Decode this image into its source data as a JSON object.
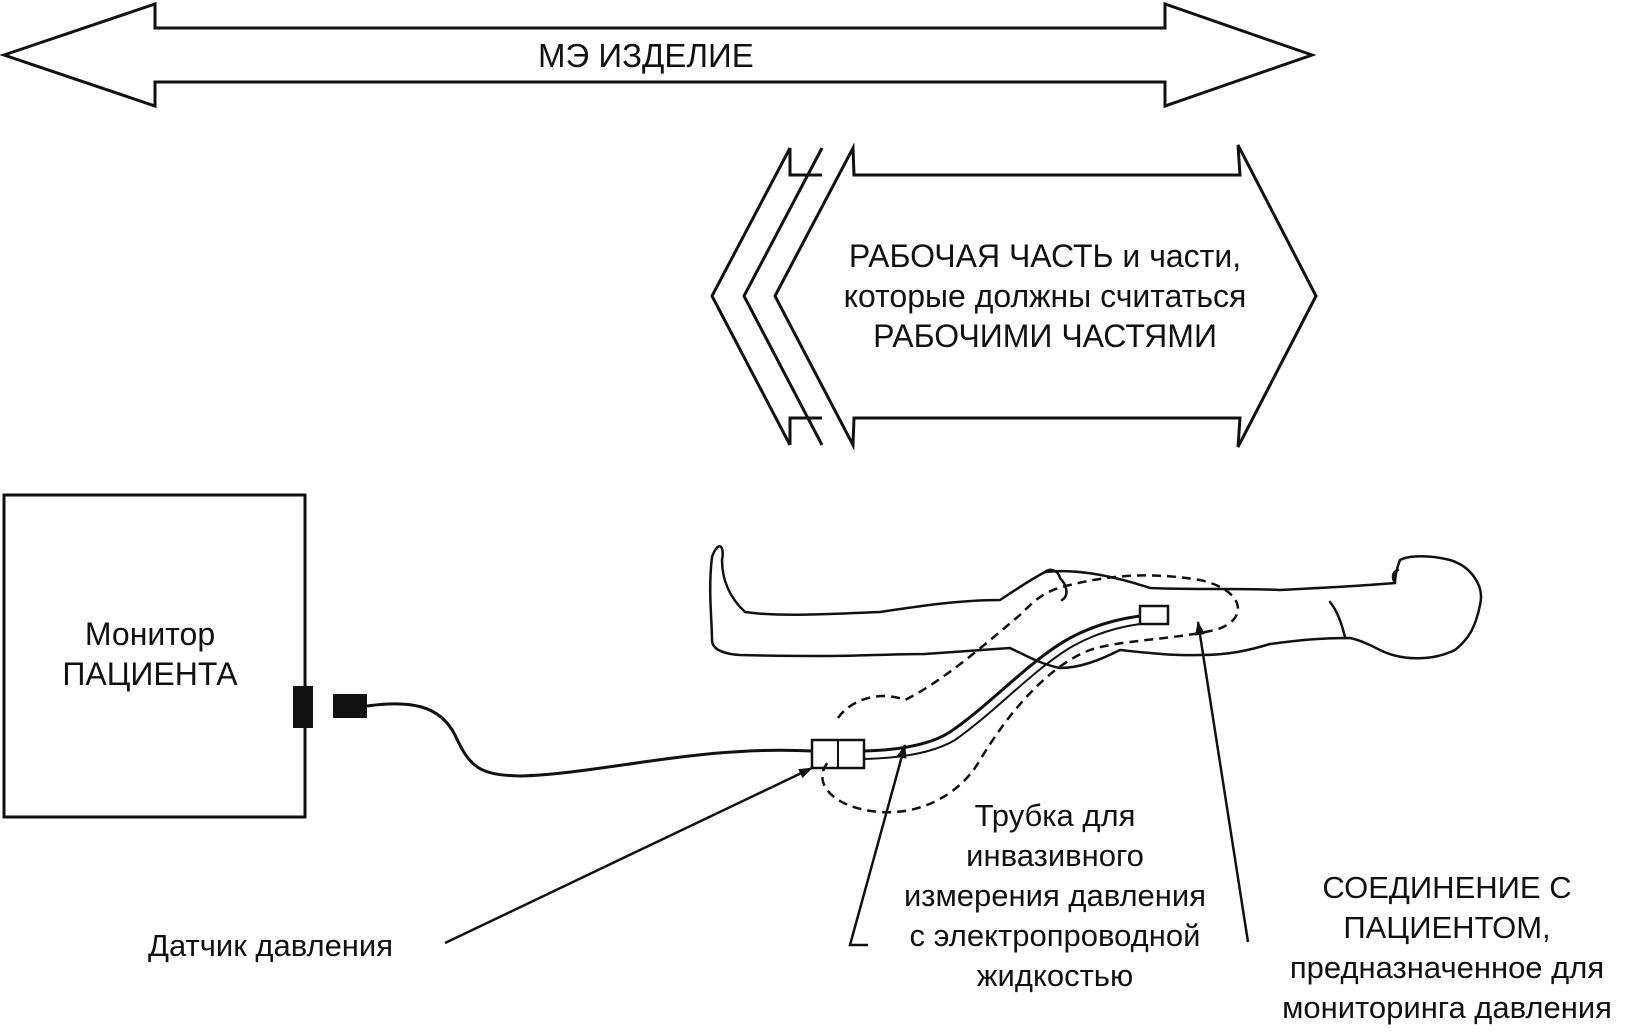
{
  "diagram": {
    "me_device_label": "МЭ ИЗДЕЛИЕ",
    "applied_part_lines": [
      "РАБОЧАЯ ЧАСТЬ и части,",
      "которые должны считаться",
      "РАБОЧИМИ ЧАСТЯМИ"
    ],
    "monitor_lines": [
      "Монитор",
      "ПАЦИЕНТА"
    ],
    "sensor_label": "Датчик давления",
    "tube_lines": [
      "Трубка для",
      "инвазивного",
      "измерения давления",
      "с электропроводной",
      "жидкостью"
    ],
    "patient_connection_lines": [
      "СОЕДИНЕНИЕ С",
      "ПАЦИЕНТОМ,",
      "предназначенное для",
      "мониторинга давления"
    ]
  }
}
